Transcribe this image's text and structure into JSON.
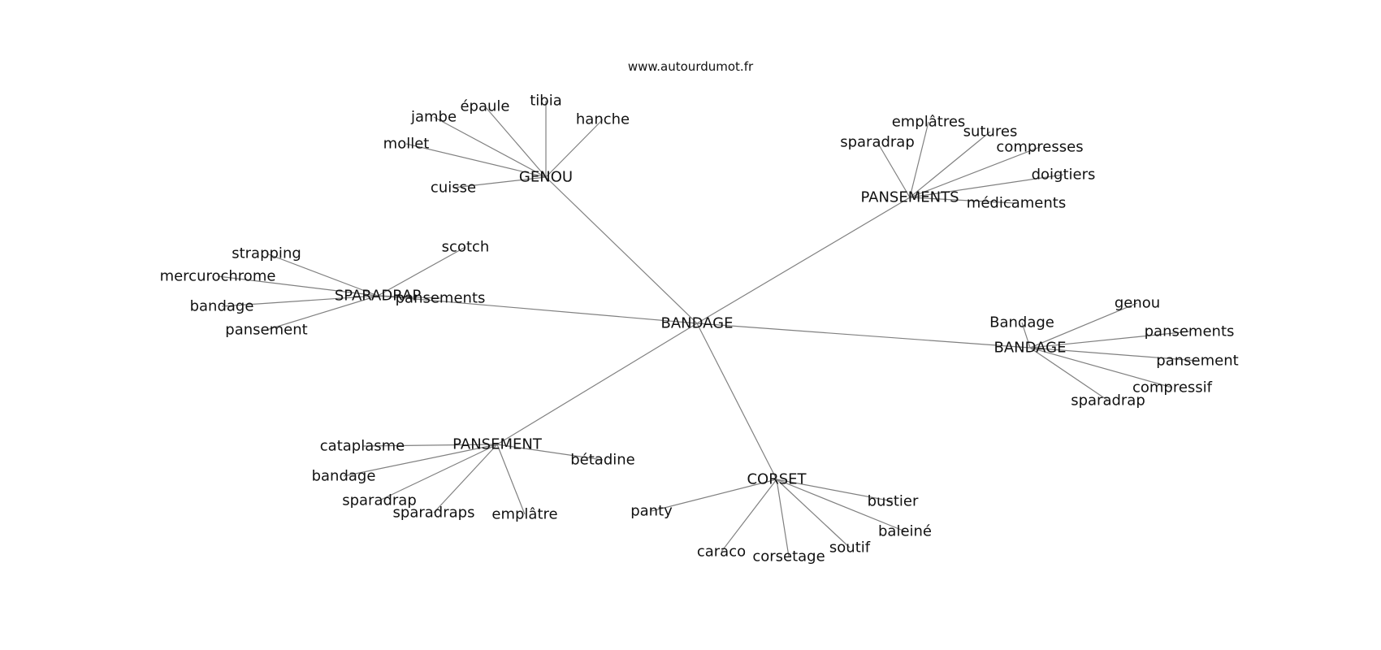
{
  "header": {
    "site": "www.autourdumot.fr"
  },
  "graph": {
    "center": "BANDAGE",
    "edge_color": "#808080",
    "text_color": "#111111",
    "clusters": [
      {
        "hub": "GENOU",
        "words": [
          "jambe",
          "épaule",
          "tibia",
          "hanche",
          "mollet",
          "cuisse"
        ]
      },
      {
        "hub": "PANSEMENTS",
        "words": [
          "emplâtres",
          "sparadrap",
          "sutures",
          "compresses",
          "doigtiers",
          "médicaments"
        ]
      },
      {
        "hub": "SPARADRAP",
        "words": [
          "strapping",
          "scotch",
          "mercurochrome",
          "pansements",
          "bandage",
          "pansement"
        ]
      },
      {
        "hub": "BANDAGE",
        "words": [
          "Bandage",
          "genou",
          "pansements",
          "pansement",
          "compressif",
          "sparadrap"
        ]
      },
      {
        "hub": "PANSEMENT",
        "words": [
          "cataplasme",
          "bétadine",
          "bandage",
          "sparadrap",
          "sparadraps",
          "emplâtre"
        ]
      },
      {
        "hub": "CORSET",
        "words": [
          "bustier",
          "panty",
          "baleiné",
          "caraco",
          "corsetage",
          "soutif"
        ]
      }
    ]
  }
}
